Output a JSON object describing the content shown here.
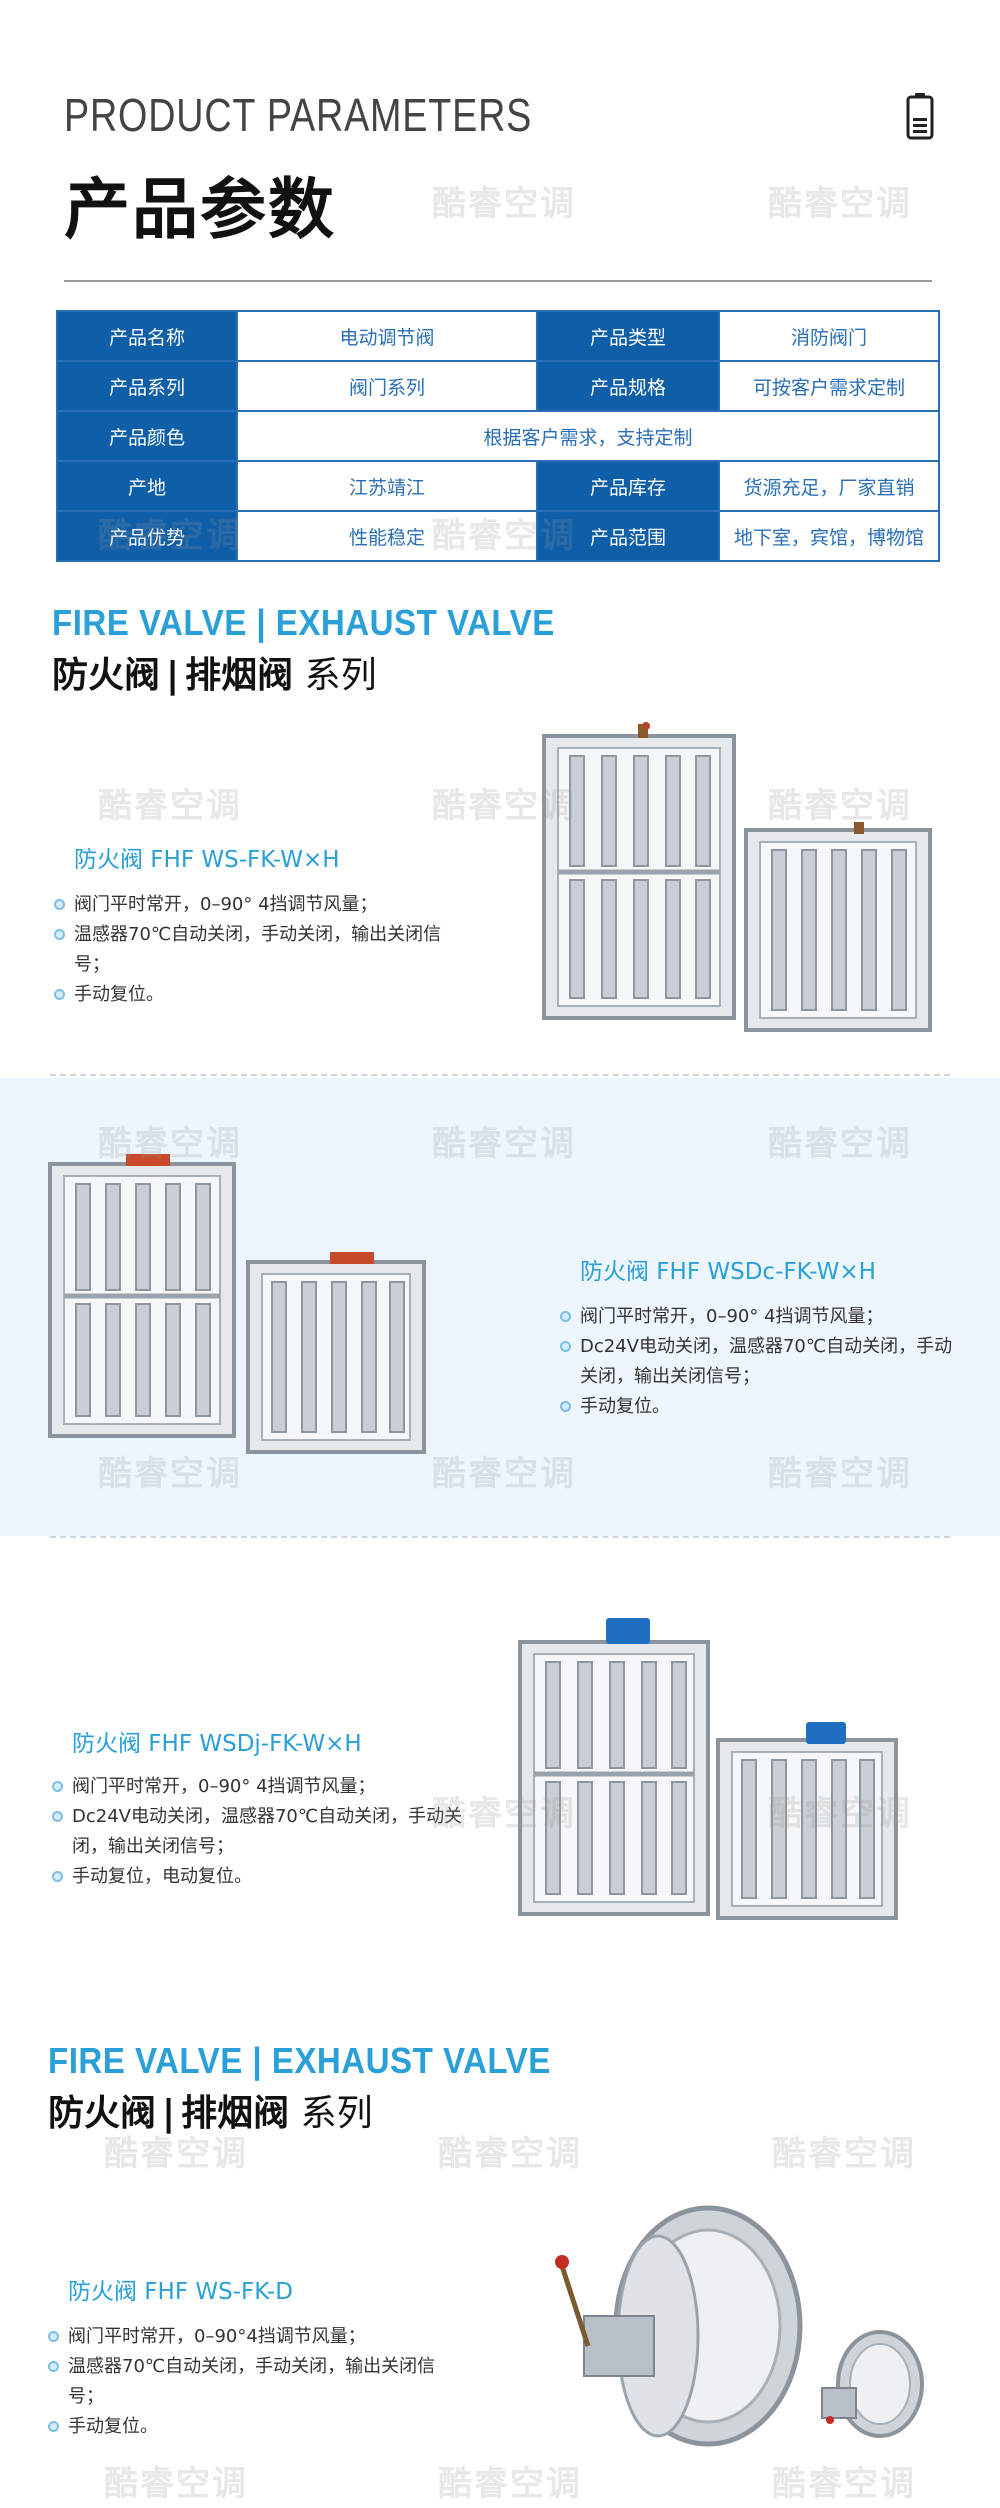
{
  "header": {
    "title_en": "PRODUCT PARAMETERS",
    "title_cn": "产品参数",
    "icon": "battery-icon"
  },
  "watermark": "酷睿空调",
  "params": [
    {
      "k1": "产品名称",
      "v1": "电动调节阀",
      "k2": "产品类型",
      "v2": "消防阀门"
    },
    {
      "k1": "产品系列",
      "v1": "阀门系列",
      "k2": "产品规格",
      "v2": "可按客户需求定制"
    },
    {
      "k1": "产品颜色",
      "v1": "根据客户需求，支持定制"
    },
    {
      "k1": "产地",
      "v1": "江苏靖江",
      "k2": "产品库存",
      "v2": "货源充足，厂家直销"
    },
    {
      "k1": "产品优势",
      "v1": "性能稳定",
      "k2": "产品范围",
      "v2": "地下室，宾馆，博物馆"
    }
  ],
  "series": [
    {
      "en": "FIRE VALVE | EXHAUST VALVE",
      "cn_a": "防火阀",
      "cn_sep": "|",
      "cn_b": "排烟阀",
      "cn_tail": "系列"
    },
    {
      "en": "FIRE VALVE | EXHAUST VALVE",
      "cn_a": "防火阀",
      "cn_sep": "|",
      "cn_b": "排烟阀",
      "cn_tail": "系列"
    }
  ],
  "products": [
    {
      "title": "防火阀  FHF WS-FK-W×H",
      "features": [
        "阀门平时常开，0–90° 4挡调节风量；",
        "温感器70℃自动关闭，手动关闭，输出关闭信号；",
        "手动复位。"
      ]
    },
    {
      "title": "防火阀  FHF WSDc-FK-W×H",
      "features": [
        "阀门平时常开，0–90° 4挡调节风量；",
        "Dc24V电动关闭，温感器70℃自动关闭，手动关闭，输出关闭信号；",
        "手动复位。"
      ]
    },
    {
      "title": "防火阀  FHF WSDj-FK-W×H",
      "features": [
        "阀门平时常开，0–90° 4挡调节风量；",
        "Dc24V电动关闭，温感器70℃自动关闭，手动关闭，输出关闭信号；",
        "手动复位，电动复位。"
      ]
    },
    {
      "title": "防火阀  FHF WS-FK-D",
      "features": [
        "阀门平时常开，0–90°4挡调节风量；",
        "温感器70℃自动关闭，手动关闭，输出关闭信号；",
        "手动复位。"
      ]
    }
  ],
  "colors": {
    "accent": "#2a9fd8",
    "table_key_bg": "#0e5ea8",
    "table_border": "#2a6fb5",
    "band_bg": "#eef6fd"
  }
}
